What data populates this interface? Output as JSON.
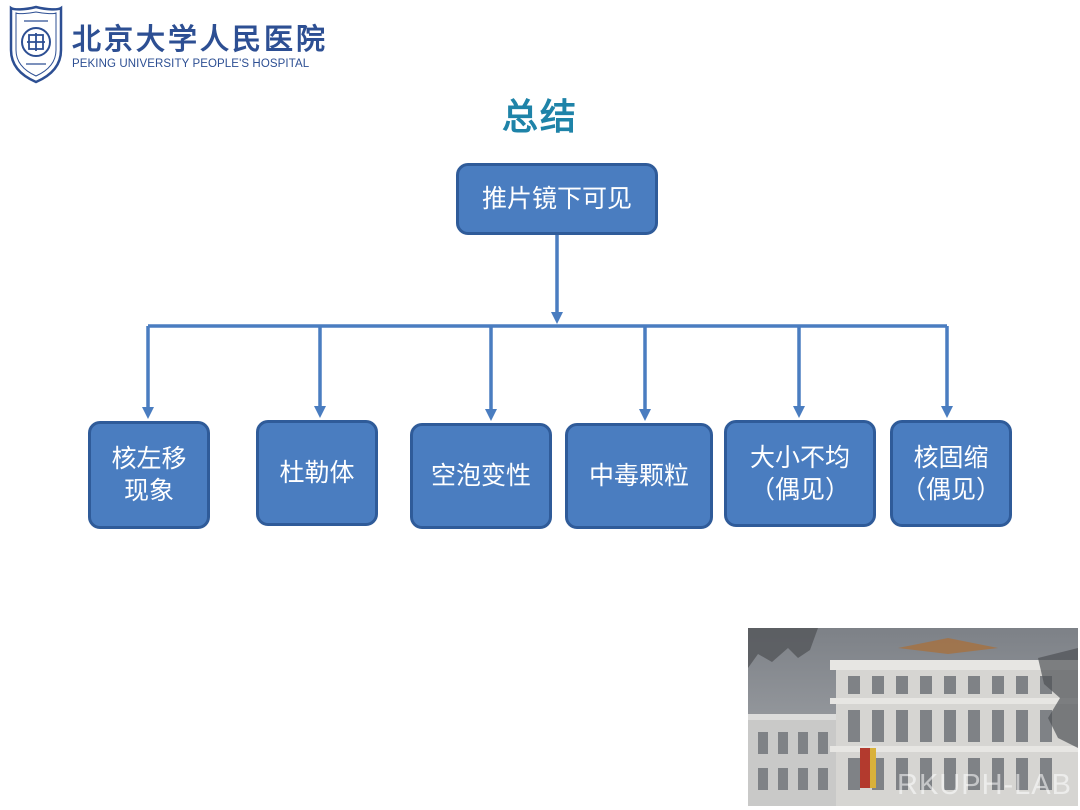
{
  "logo": {
    "name_cn": "北京大学人民医院",
    "name_en": "PEKING UNIVERSITY PEOPLE'S HOSPITAL"
  },
  "title": "总结",
  "diagram": {
    "root": "推片镜下可见",
    "children": [
      {
        "label": "核左移\n现象"
      },
      {
        "label": "杜勒体"
      },
      {
        "label": "空泡变性"
      },
      {
        "label": "中毒颗粒"
      },
      {
        "label": "大小不均\n（偶见）"
      },
      {
        "label": "核固缩\n（偶见）"
      }
    ]
  },
  "photo": {
    "watermark": "RKUPH-LAB"
  },
  "colors": {
    "box_fill": "#4a7dc0",
    "box_border": "#2f5b99",
    "connector": "#4a7dc0",
    "title": "#1e83a8",
    "logo": "#2d4f93"
  }
}
